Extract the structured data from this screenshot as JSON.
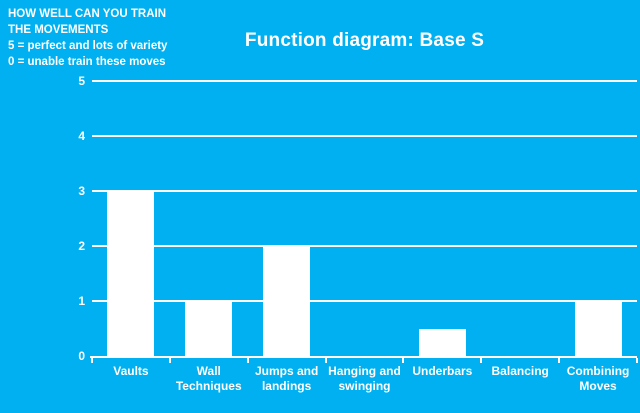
{
  "title": "Function diagram: Base S",
  "notes": {
    "lines": [
      "HOW WELL CAN YOU TRAIN",
      "THE MOVEMENTS",
      "5 = perfect and lots of variety",
      "0 = unable train these moves"
    ]
  },
  "colors": {
    "background": "#00b0f0",
    "foreground": "#ffffff",
    "bar": "#ffffff",
    "gridline": "#ffffff"
  },
  "chart_data": {
    "type": "bar",
    "title": "Function diagram: Base S",
    "categories": [
      "Vaults",
      "Wall Techniques",
      "Jumps and landings",
      "Hanging and swinging",
      "Underbars",
      "Balancing",
      "Combining Moves"
    ],
    "values": [
      3,
      1,
      2,
      0,
      0.5,
      0,
      1
    ],
    "xlabel": "",
    "ylabel": "",
    "ylim": [
      0,
      5
    ],
    "yticks": [
      0,
      1,
      2,
      3,
      4,
      5
    ],
    "grid": true,
    "legend_position": "none"
  }
}
